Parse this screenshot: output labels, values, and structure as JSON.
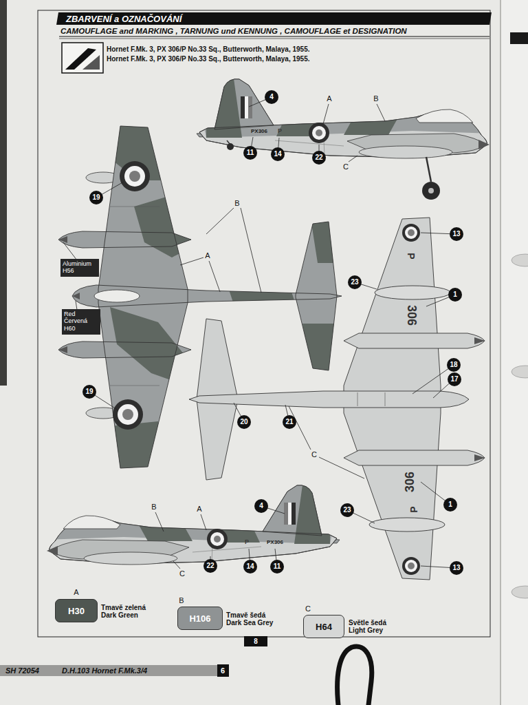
{
  "diagram": {
    "title": "ZBARVENÍ a OZNAČOVÁNÍ",
    "nodes": [
      {
        "text": [
          "4"
        ]
      },
      {
        "text": [
          "11"
        ]
      },
      {
        "text": [
          "14"
        ]
      },
      {
        "text": [
          "22"
        ]
      },
      {
        "text": [
          "19"
        ]
      },
      {
        "text": [
          "13"
        ]
      },
      {
        "text": [
          "Aluminium H56"
        ]
      },
      {
        "text": [
          "23"
        ]
      },
      {
        "text": [
          "1"
        ]
      },
      {
        "text": [
          "Red Červená H60"
        ]
      },
      {
        "text": [
          "18"
        ]
      },
      {
        "text": [
          "17"
        ]
      },
      {
        "text": [
          "19"
        ]
      },
      {
        "text": [
          "20"
        ]
      },
      {
        "text": [
          "21"
        ]
      },
      {
        "text": [
          "1"
        ]
      },
      {
        "text": [
          "4"
        ]
      },
      {
        "text": [
          "23"
        ]
      },
      {
        "text": [
          "22"
        ]
      },
      {
        "text": [
          "14"
        ]
      },
      {
        "text": [
          "11"
        ]
      },
      {
        "text": [
          "13"
        ]
      }
    ],
    "labels": [
      "CAMOUFLAGE and MARKING , TARNUNG und KENNUNG , CAMOUFLAGE et DESIGNATION",
      "Hornet F.Mk. 3, PX 306/P No.33 Sq., Butterworth, Malaya, 1955.",
      "Hornet F.Mk. 3, PX 306/P No.33 Sq., Butterworth, Malaya, 1955.",
      "A",
      "B",
      "PX306",
      "P",
      "C",
      "B",
      "A",
      "P",
      "306",
      "C",
      "306",
      "P",
      "B",
      "A",
      "P",
      "PX306",
      "C",
      "A",
      "H30",
      "B",
      "H106",
      "C",
      "H64",
      "8",
      "SH 72054",
      "D.H.103 Hornet F.Mk.3/4",
      "6"
    ],
    "legend": [
      {
        "text": "Tmavě zelená Dark Green",
        "color": "#4f5651"
      },
      {
        "text": "Tmavě šedá Dark Sea Grey",
        "color": "#8f9394"
      },
      {
        "text": "Světle šedá Light Grey",
        "color": "#d6d7d6"
      }
    ]
  }
}
